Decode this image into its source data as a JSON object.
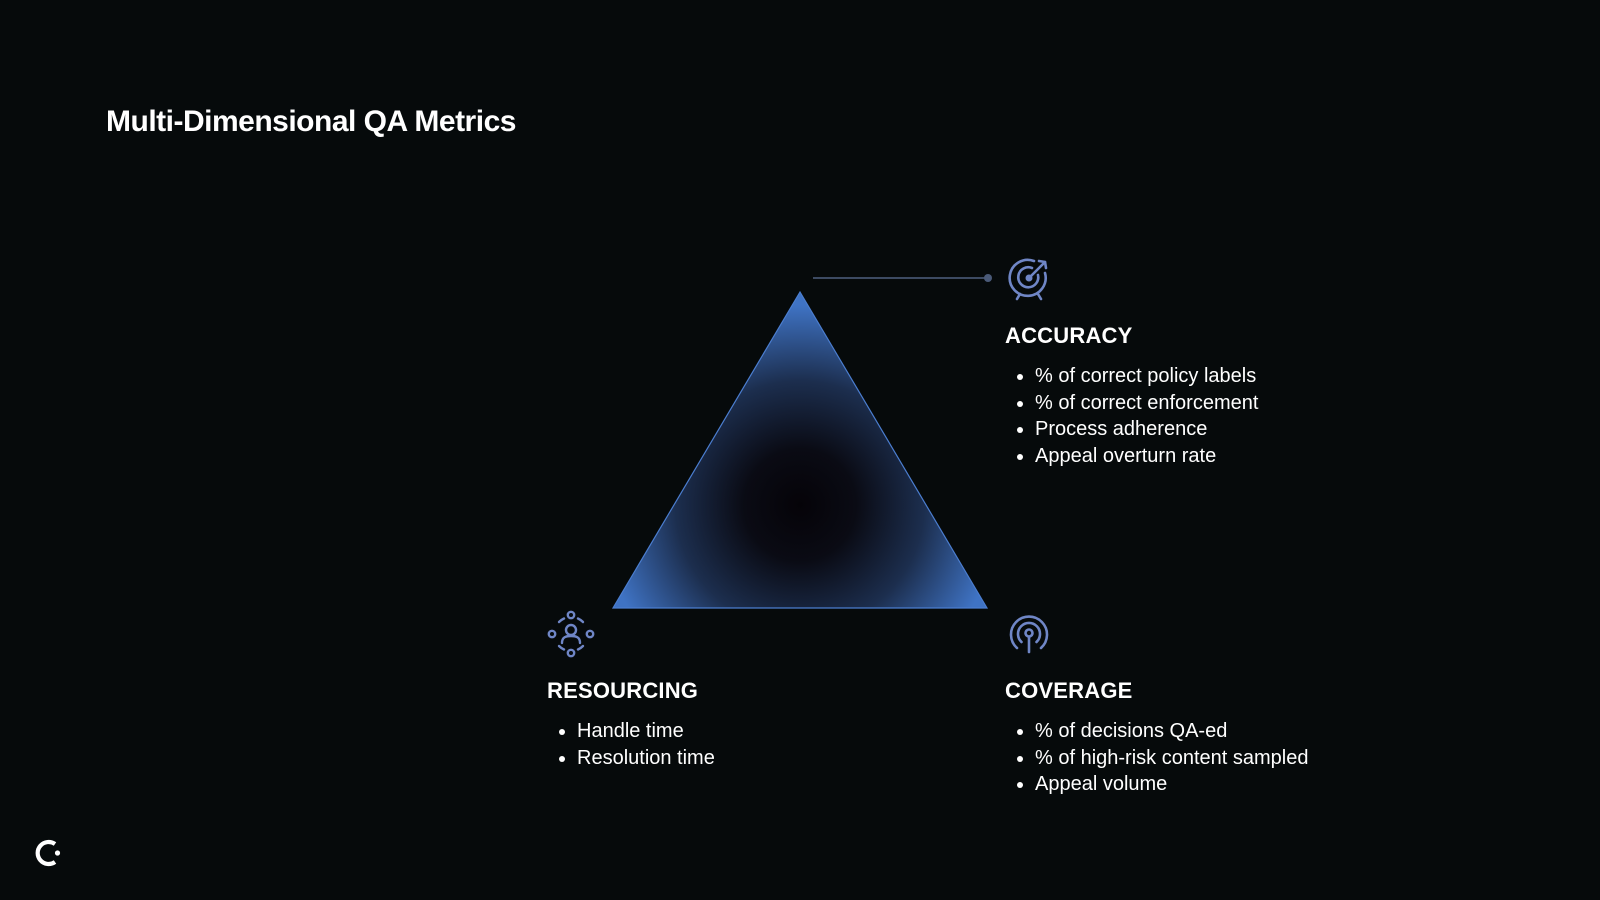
{
  "slide": {
    "title": "Multi-Dimensional QA Metrics"
  },
  "colors": {
    "background": "#060a0b",
    "accent_blue": "#3f73c4",
    "icon_blue": "#6f86c6",
    "text": "#ffffff"
  },
  "metrics": {
    "accuracy": {
      "icon": "target-arrow-icon",
      "heading": "ACCURACY",
      "items": [
        "% of correct policy labels",
        "% of correct enforcement",
        "Process adherence",
        "Appeal overturn rate"
      ]
    },
    "resourcing": {
      "icon": "people-network-icon",
      "heading": "RESOURCING",
      "items": [
        "Handle time",
        "Resolution time"
      ]
    },
    "coverage": {
      "icon": "signal-radar-icon",
      "heading": "COVERAGE",
      "items": [
        "% of decisions QA-ed",
        "% of high-risk content sampled",
        "Appeal volume"
      ]
    }
  },
  "logo": {
    "icon": "brand-logo-icon"
  }
}
